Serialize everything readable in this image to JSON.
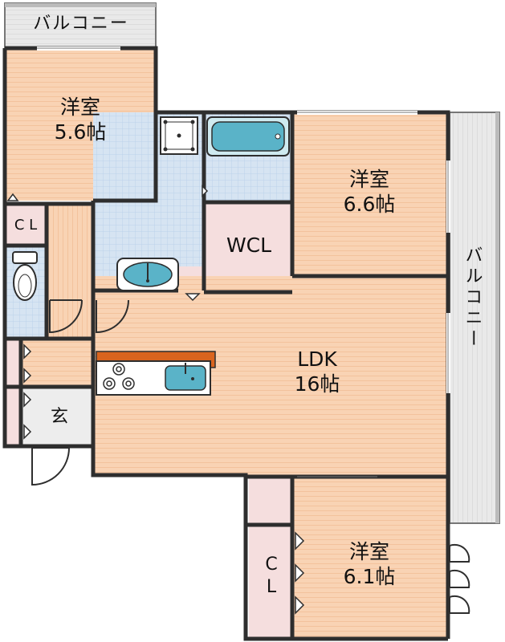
{
  "balcony_top": {
    "label": "バルコニー"
  },
  "balcony_right": {
    "label": "バルコニー"
  },
  "rooms": {
    "western_room_1": {
      "name": "洋室",
      "size": "5.6帖"
    },
    "western_room_2": {
      "name": "洋室",
      "size": "6.6帖"
    },
    "western_room_3": {
      "name": "洋室",
      "size": "6.1帖"
    },
    "ldk": {
      "name": "LDK",
      "size": "16帖"
    },
    "wcl": {
      "name": "WCL"
    },
    "closet_1": {
      "name": "C L"
    },
    "closet_2": {
      "name": "C\nL"
    },
    "entrance": {
      "name": "玄"
    }
  },
  "colors": {
    "wood_floor": "#f9d3b4",
    "wood_stripe": "#f3c29c",
    "tile_floor": "#d6e4f2",
    "tile_grid": "#bcd2ea",
    "pink_storage": "#f5dede",
    "wall": "#2e2e2e",
    "fixture_blue": "#5ab3c8",
    "counter_orange": "#d9641e",
    "balcony_gray": "#e6e6e6"
  },
  "icons": [
    "bathtub-icon",
    "toilet-icon",
    "washbasin-icon",
    "kitchen-sink-icon",
    "stove-icon",
    "washing-machine-pan-icon",
    "door-swing-icon"
  ]
}
